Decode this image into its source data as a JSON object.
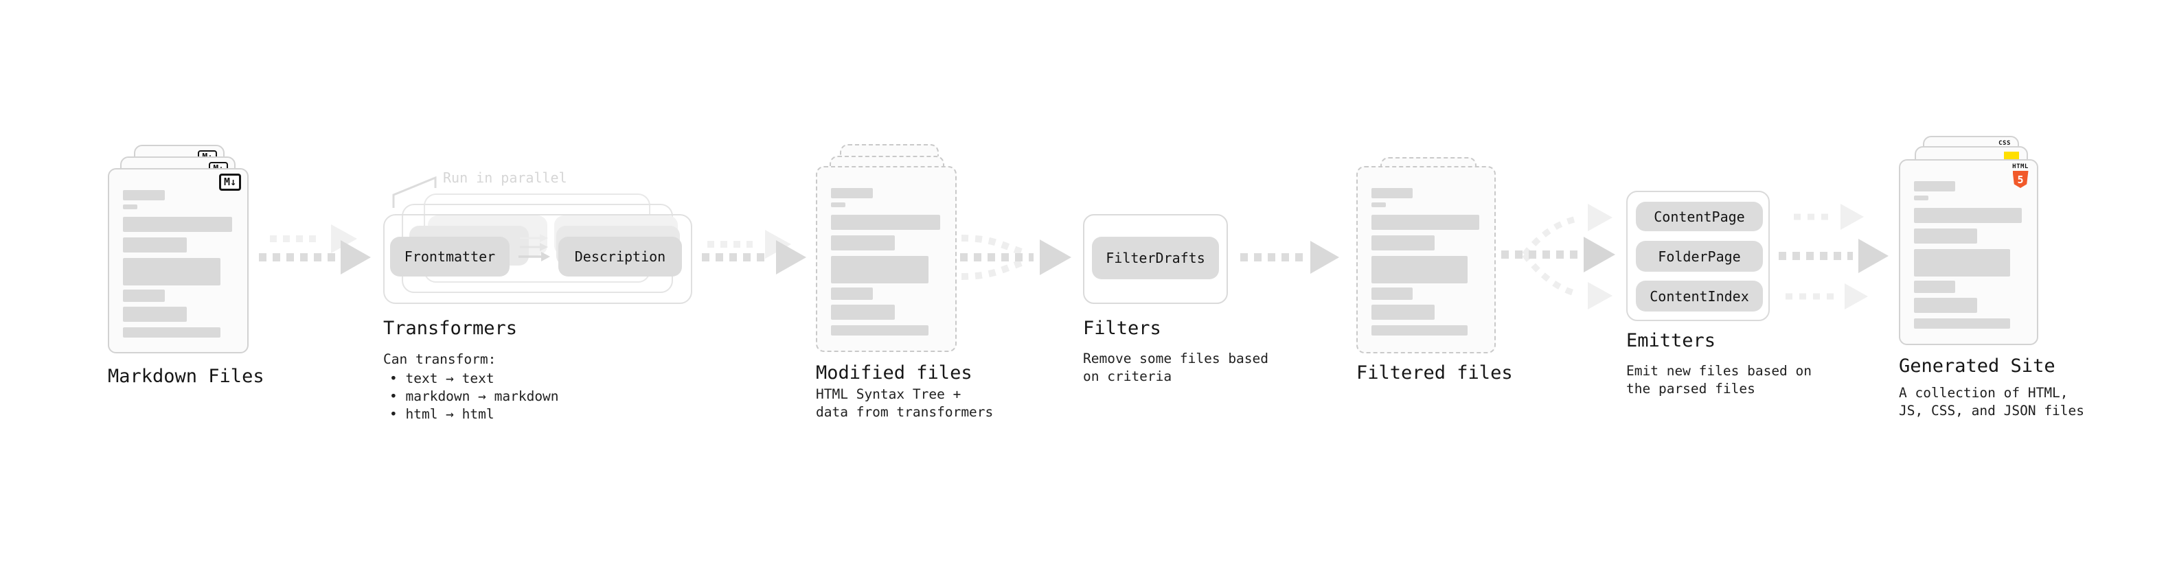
{
  "pipeline": {
    "markdown_files": {
      "label": "Markdown Files",
      "badge": "M↓"
    },
    "transformers": {
      "label": "Transformers",
      "callout": "Run in parallel",
      "chips": [
        "Frontmatter",
        "Description"
      ],
      "desc_title": "Can transform:",
      "bullets": [
        "• text → text",
        "• markdown → markdown",
        "• html → html"
      ]
    },
    "modified_files": {
      "label": "Modified files",
      "desc": [
        "HTML Syntax Tree +",
        "data from transformers"
      ]
    },
    "filters": {
      "label": "Filters",
      "chip": "FilterDrafts",
      "desc": [
        "Remove some files based",
        "on criteria"
      ]
    },
    "filtered_files": {
      "label": "Filtered files"
    },
    "emitters": {
      "label": "Emitters",
      "chips": [
        "ContentPage",
        "FolderPage",
        "ContentIndex"
      ],
      "desc": [
        "Emit new files based on",
        "the parsed files"
      ]
    },
    "generated_site": {
      "label": "Generated Site",
      "desc": [
        "A collection of HTML,",
        "JS, CSS, and JSON files"
      ],
      "badges": {
        "css": "CSS",
        "html_label": "HTML",
        "html_number": "5"
      }
    }
  },
  "colors": {
    "html5_orange": "#f1592a",
    "js_yellow": "#ffdf00",
    "css_blue": "#2a62ef"
  }
}
